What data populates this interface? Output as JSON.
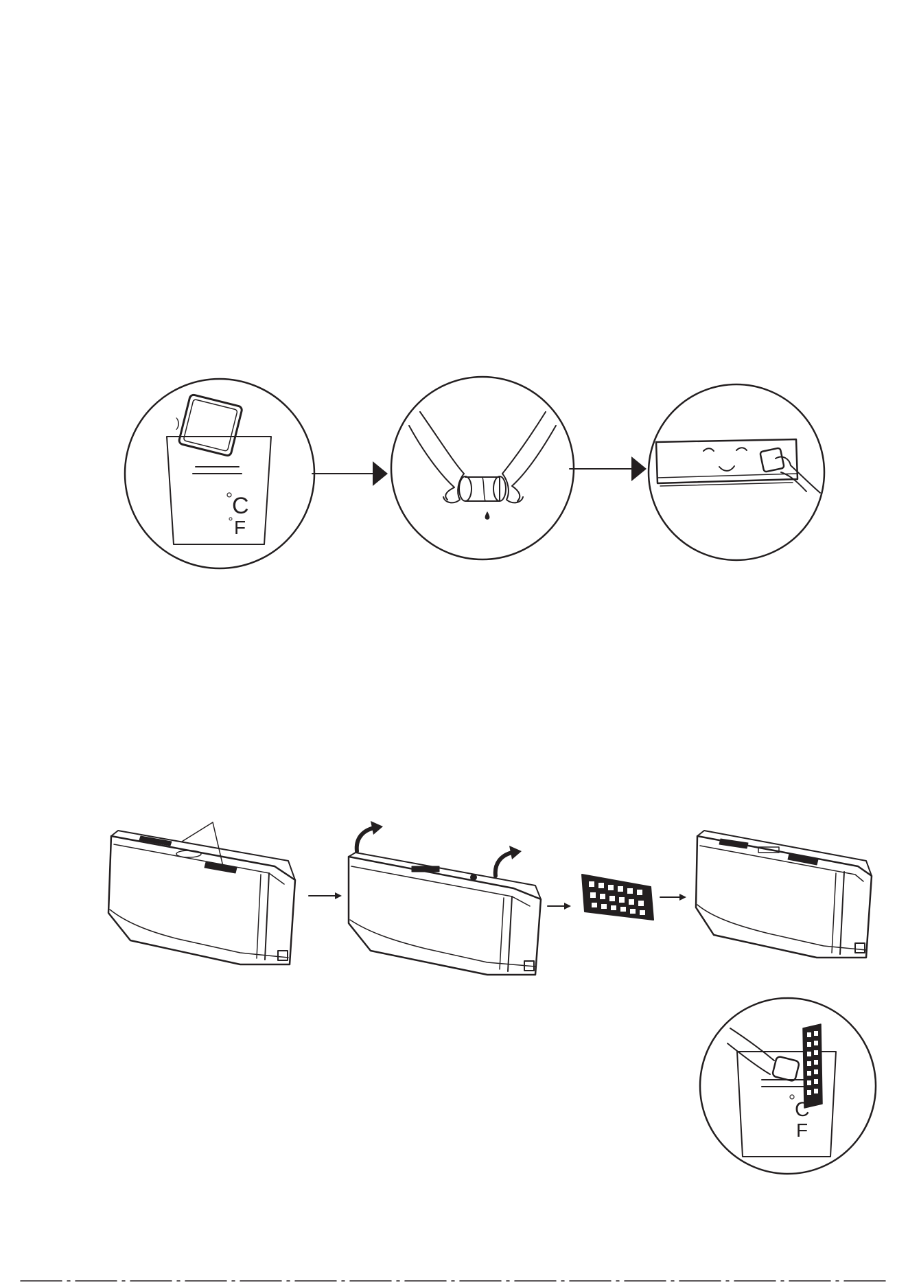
{
  "page": {
    "background": "#ffffff",
    "ink": "#231f20"
  },
  "figure_cleaning_panel": {
    "steps": [
      "panel-soak",
      "panel-wring",
      "panel-wipe"
    ],
    "temperature_units": {
      "celsius": "C",
      "fahrenheit": "F"
    },
    "soak_mark": ")"
  },
  "figure_cleaning_filter": {
    "steps": [
      "open-unit",
      "lift-panel",
      "remove-filter",
      "reassembled-unit",
      "wash-filter"
    ],
    "temperature_units": {
      "celsius": "C",
      "fahrenheit": "F"
    }
  }
}
